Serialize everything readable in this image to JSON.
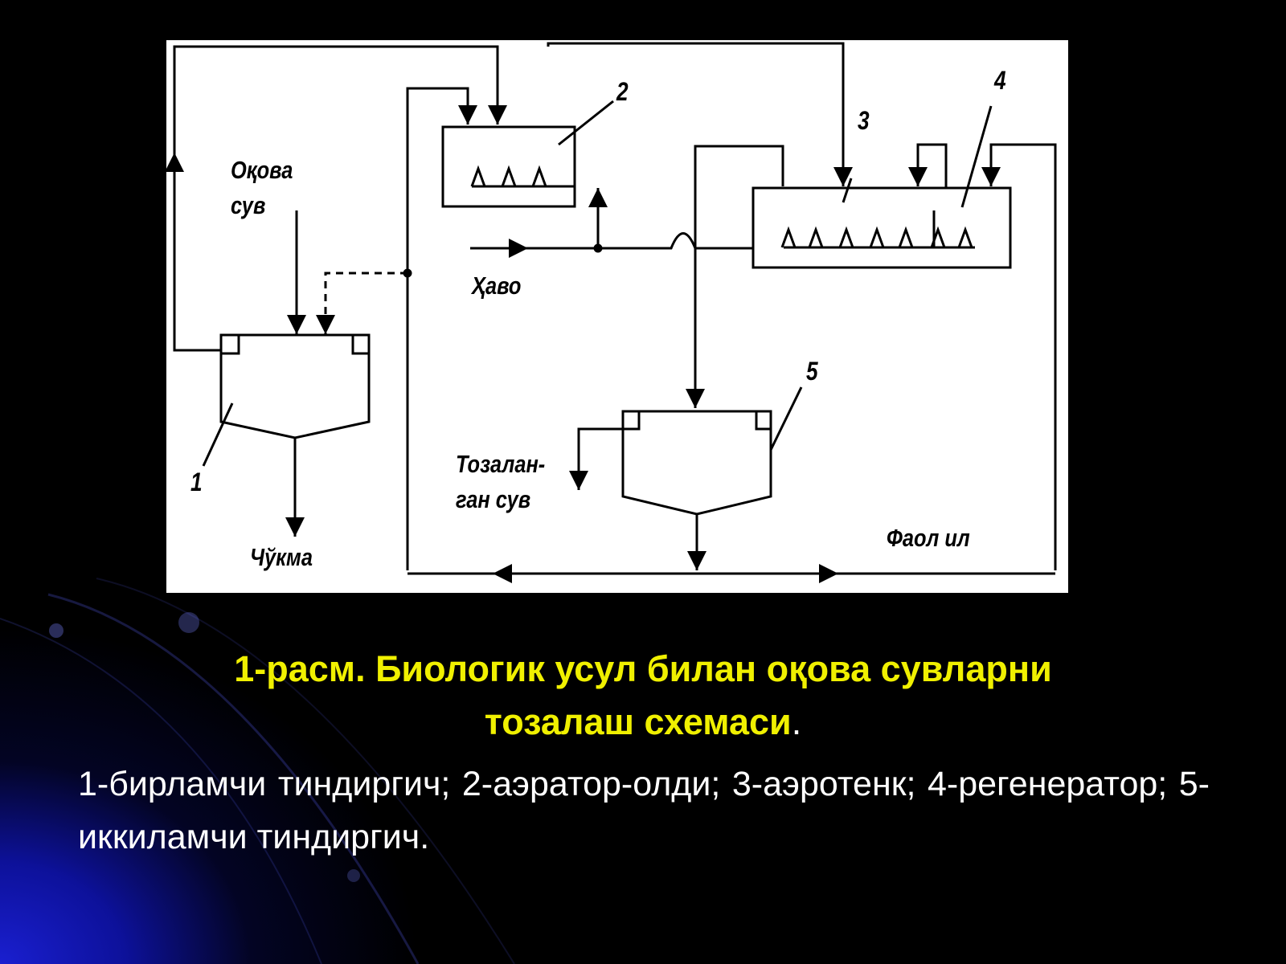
{
  "diagram": {
    "labels": {
      "okova_line1": "Оқова",
      "okova_line2": "сув",
      "havo": "Ҳаво",
      "tozalan_line1": "Тозалан-",
      "tozalan_line2": "ган сув",
      "chukma": "Чўкма",
      "faol_il": "Фаол ил"
    },
    "numbers": [
      "1",
      "2",
      "3",
      "4",
      "5"
    ]
  },
  "caption": {
    "line1": "1-расм. Биологик усул билан оқова сувларни",
    "line2": "тозалаш схемаси",
    "dot": "."
  },
  "legend": {
    "text": "1-бирламчи тиндиргич; 2-аэратор-олди; 3-аэротенк; 4-регенератор; 5-иккиламчи тиндиргич."
  },
  "colors": {
    "caption": "#f0f000",
    "legend": "#ffffff",
    "background": "#000000",
    "glow": "#1a1fd0"
  }
}
